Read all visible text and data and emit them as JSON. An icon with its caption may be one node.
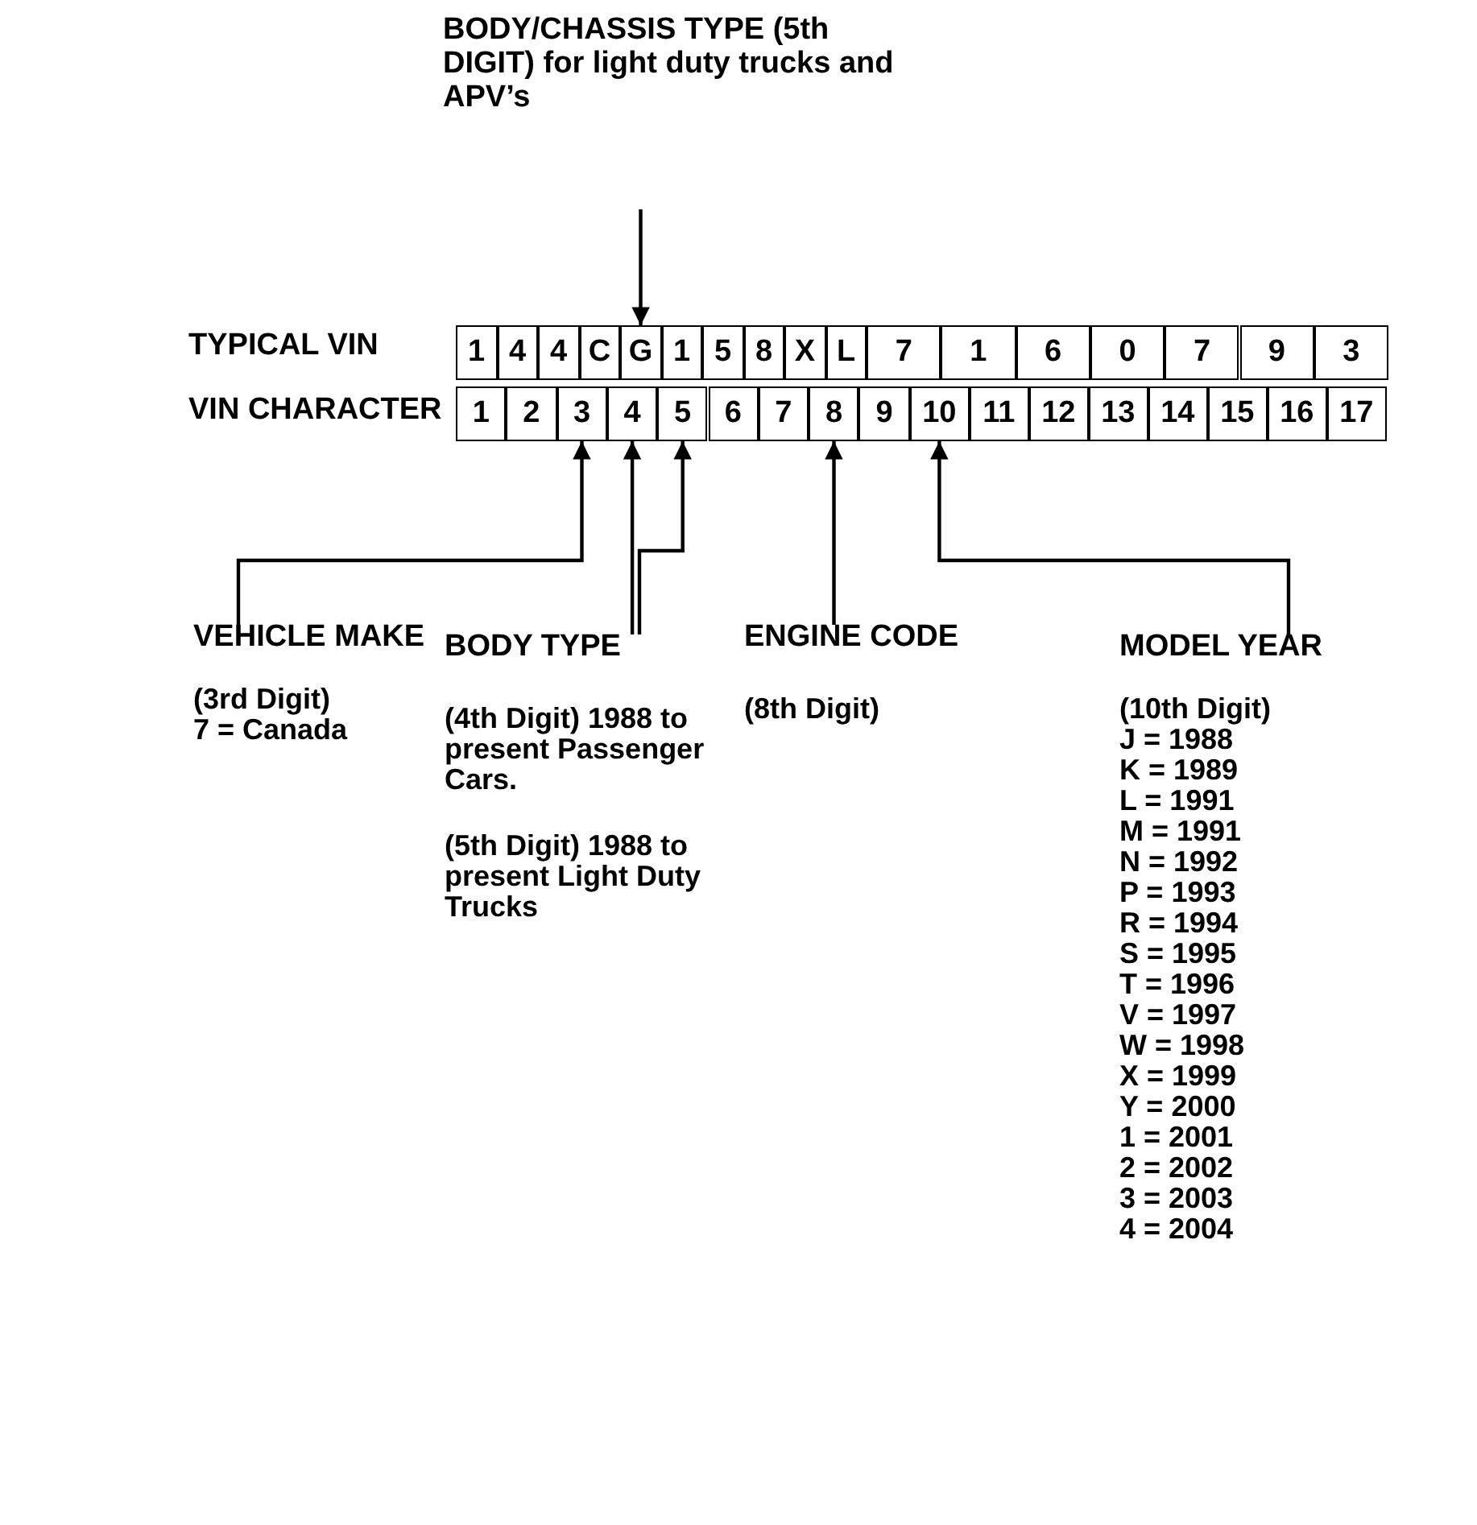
{
  "diagram": {
    "nodes": [
      {
        "text": [
          "BODY/CHASSIS TYPE (5th DIGIT) for light duty trucks and APV’s"
        ]
      },
      {
        "text": [
          "1"
        ]
      },
      {
        "text": [
          "4"
        ]
      },
      {
        "text": [
          "4"
        ]
      },
      {
        "text": [
          "C"
        ]
      },
      {
        "text": [
          "G"
        ]
      },
      {
        "text": [
          "1"
        ]
      },
      {
        "text": [
          "5"
        ]
      },
      {
        "text": [
          "8"
        ]
      },
      {
        "text": [
          "X"
        ]
      },
      {
        "text": [
          "L"
        ]
      },
      {
        "text": [
          "7"
        ]
      },
      {
        "text": [
          "1"
        ]
      },
      {
        "text": [
          "6"
        ]
      },
      {
        "text": [
          "0"
        ]
      },
      {
        "text": [
          "7"
        ]
      },
      {
        "text": [
          "9"
        ]
      },
      {
        "text": [
          "3"
        ]
      },
      {
        "text": [
          "1"
        ]
      },
      {
        "text": [
          "2"
        ]
      },
      {
        "text": [
          "3"
        ]
      },
      {
        "text": [
          "4"
        ]
      },
      {
        "text": [
          "5"
        ]
      },
      {
        "text": [
          "6"
        ]
      },
      {
        "text": [
          "7"
        ]
      },
      {
        "text": [
          "8"
        ]
      },
      {
        "text": [
          "9"
        ]
      },
      {
        "text": [
          "10"
        ]
      },
      {
        "text": [
          "11"
        ]
      },
      {
        "text": [
          "12"
        ]
      },
      {
        "text": [
          "13"
        ]
      },
      {
        "text": [
          "14"
        ]
      },
      {
        "text": [
          "15"
        ]
      },
      {
        "text": [
          "16"
        ]
      },
      {
        "text": [
          "17"
        ]
      },
      {
        "text": [
          "VEHICLE MAKE",
          "(3rd Digit)",
          "7 = Canada"
        ]
      },
      {
        "text": [
          "BODY TYPE",
          "(4th Digit) 1988 to present Passenger Cars.",
          "(5th Digit) 1988 to present Light Duty Trucks"
        ]
      },
      {
        "text": [
          "ENGINE CODE",
          "(8th Digit)"
        ]
      },
      {
        "text": [
          "MODEL YEAR",
          "(10th Digit)",
          "J = 1988",
          "K = 1989",
          "L = 1991",
          "M = 1991",
          "N = 1992",
          "P = 1993",
          "R = 1994",
          "S = 1995",
          "T = 1996",
          "V = 1997",
          "W = 1998",
          "X = 1999",
          "Y = 2000",
          "1 = 2001",
          "2 = 2002",
          "3 = 2003",
          "4 = 2004"
        ]
      }
    ],
    "edges": [
      {
        "from": 0,
        "to": 5,
        "arrow": "to"
      },
      {
        "from": 35,
        "to": 20,
        "arrow": "to"
      },
      {
        "from": 36,
        "to": 21,
        "arrow": "to"
      },
      {
        "from": 36,
        "to": 22,
        "arrow": "to"
      },
      {
        "from": 37,
        "to": 25,
        "arrow": "to"
      },
      {
        "from": 38,
        "to": 27,
        "arrow": "to"
      }
    ],
    "labels": [
      "TYPICAL VIN",
      "VIN CHARACTER"
    ]
  }
}
